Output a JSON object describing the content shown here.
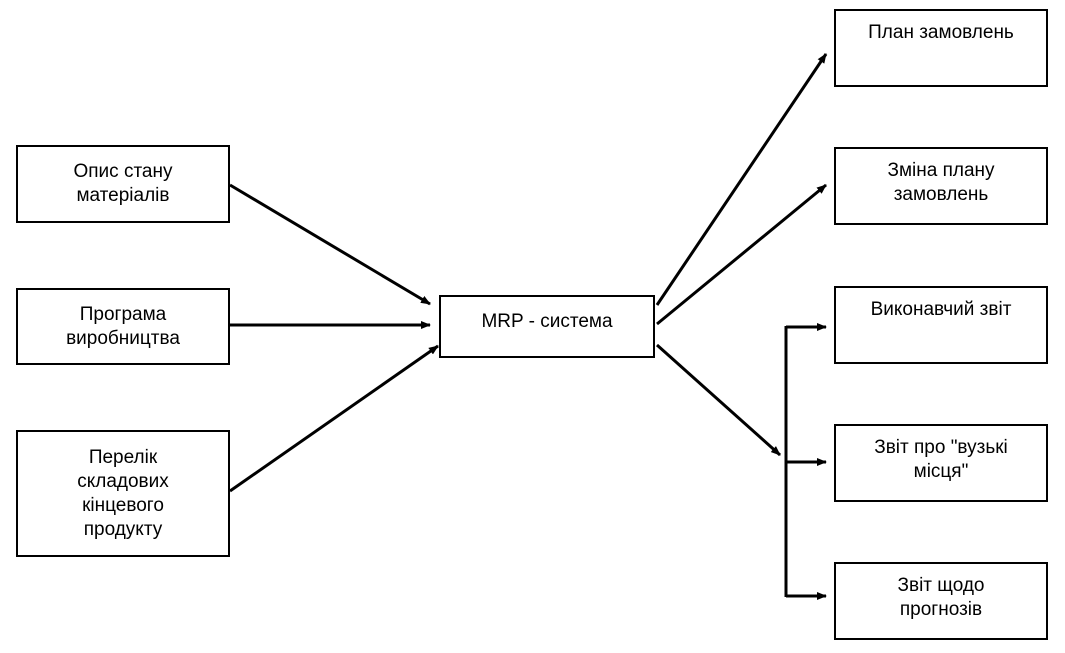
{
  "inputs": {
    "materials": "Опис стану\nматеріалів",
    "program": "Програма\nвиробництва",
    "bom": "Перелік\nскладових\nкінцевого\nпродукту"
  },
  "system": {
    "label": "MRP - система"
  },
  "outputs": {
    "plan": "План замовлень",
    "plan_change": "Зміна плану\nзамовлень",
    "execution_report": "Виконавчий звіт",
    "bottleneck_report": "Звіт про \"вузькі\nмісця\"",
    "forecast_report": "Звіт щодо\nпрогнозів"
  },
  "colors": {
    "stroke": "#000000",
    "background": "#ffffff"
  }
}
